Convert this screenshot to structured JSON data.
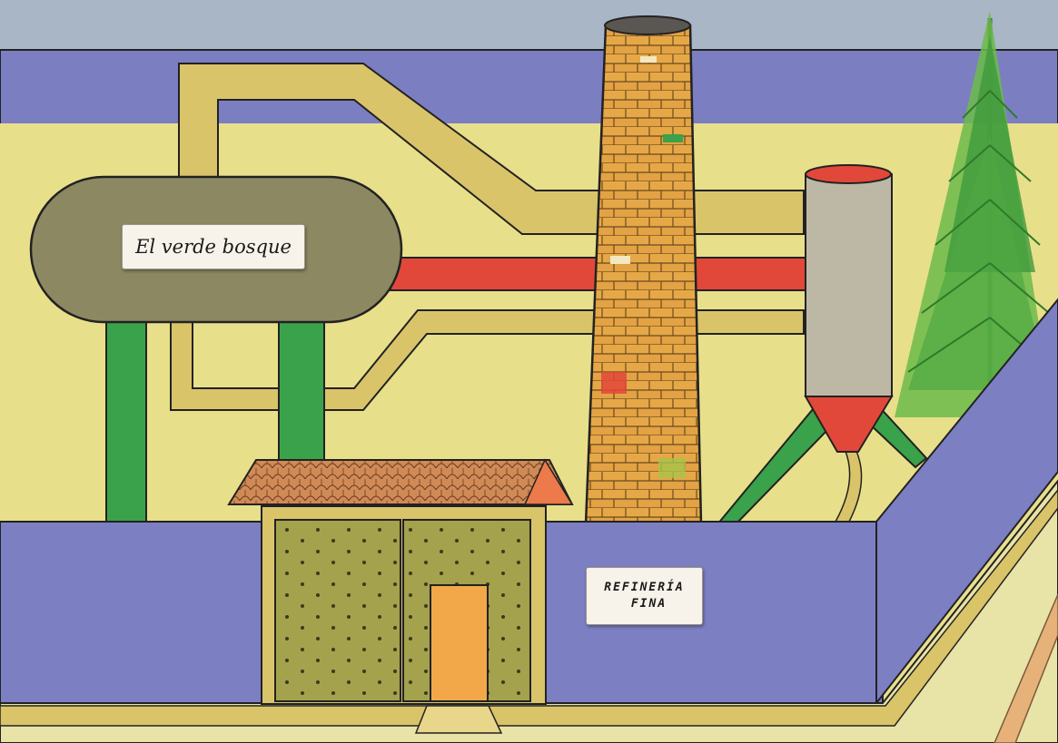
{
  "signs": {
    "tank": "El verde bosque",
    "wall_line1": "REFINERÍA",
    "wall_line2": "FINA"
  },
  "colors": {
    "sky": "#aab4c8",
    "ground": "#e9e08e",
    "wall": "#7e7fc0",
    "pipe": "#d8c46a",
    "pipe_red": "#e0483a",
    "tank": "#8a8662",
    "support": "#3aa048",
    "brick": "#e0a040",
    "silo": "#bcb8a8",
    "silo_cone": "#e04a3a",
    "roof": "#c87a50",
    "door": "#a4a24c",
    "small_door": "#f0a848",
    "tree": "#4aa848"
  }
}
